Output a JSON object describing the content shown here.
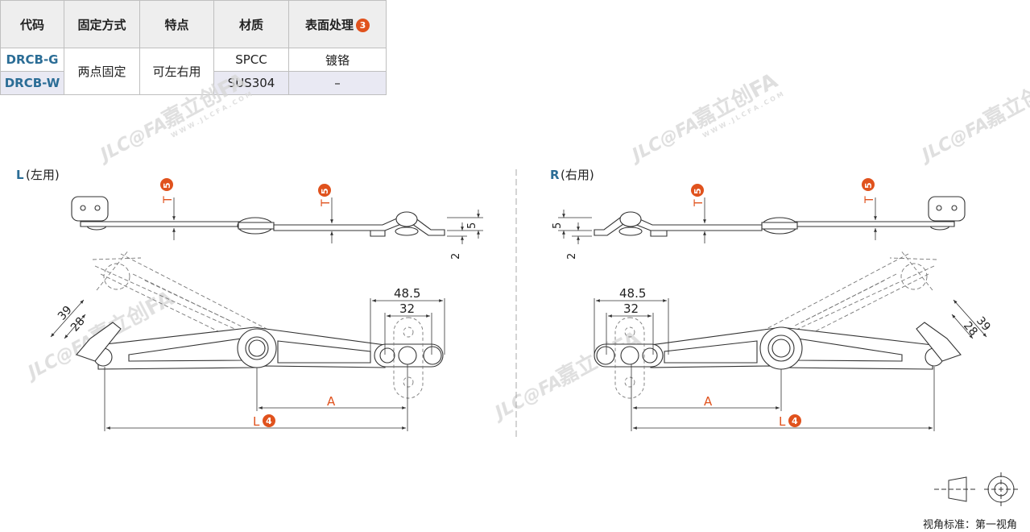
{
  "table": {
    "headers": [
      "代码",
      "固定方式",
      "特点",
      "材质",
      "表面处理"
    ],
    "header_badge": "3",
    "rows": [
      {
        "code": "DRCB-G",
        "material": "SPCC",
        "finish": "镀铬"
      },
      {
        "code": "DRCB-W",
        "material": "SUS304",
        "finish": "–"
      }
    ],
    "fixing": "两点固定",
    "feature": "可左右用"
  },
  "views": {
    "left_prefix": "L",
    "left_suffix": "(左用)",
    "right_prefix": "R",
    "right_suffix": "(右用)"
  },
  "dims": {
    "t": "T",
    "t_badge": "5",
    "five": "5",
    "two": "2",
    "d48": "48.5",
    "d32": "32",
    "d39": "39",
    "d28": "28",
    "a": "A",
    "l": "L",
    "l_badge": "4"
  },
  "watermark": {
    "logo": "JLC@FA",
    "name": "嘉立创FA",
    "url": "W W W . J L C F A . C O M"
  },
  "projection": {
    "label": "视角标准：第一视角"
  },
  "colors": {
    "accent": "#e0521d",
    "code": "#2b6d96",
    "line": "#333333",
    "dim_text": "#e0521d"
  }
}
